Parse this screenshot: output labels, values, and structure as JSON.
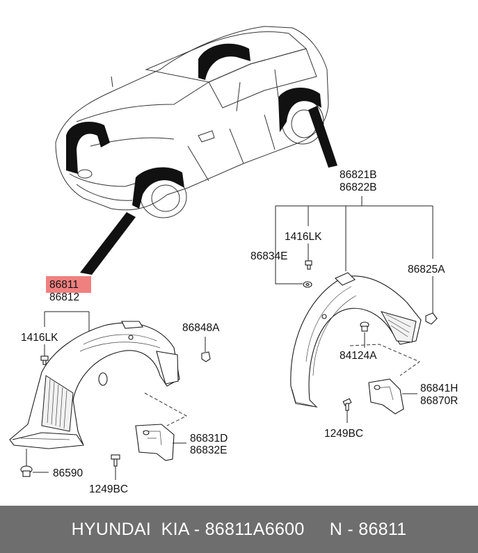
{
  "labels": {
    "front_part_a": "86811",
    "front_part_b": "86812",
    "front_bolt": "1416LK",
    "front_clip": "86848A",
    "front_screw": "86590",
    "front_flap_a": "86831D",
    "front_flap_b": "86832E",
    "front_flap_screw": "1249BC",
    "rear_part_a": "86821B",
    "rear_part_b": "86822B",
    "rear_bolt": "1416LK",
    "rear_washer": "86834E",
    "rear_clip": "86825A",
    "rear_fastener": "84124A",
    "rear_flap_a": "86841H",
    "rear_flap_b": "86870R",
    "rear_flap_screw": "1249BC"
  },
  "footer": {
    "text": "HYUNDAI  KIA - 86811A6600     N - 86811"
  },
  "colors": {
    "highlight": "#f08080",
    "footer_bg": "#6e6e6e",
    "liner": "#1a1a1a"
  }
}
